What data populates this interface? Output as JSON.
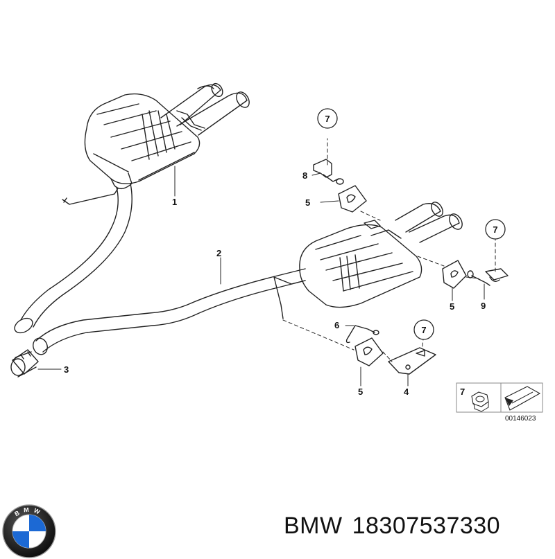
{
  "callouts": {
    "c1": "1",
    "c2": "2",
    "c3": "3",
    "c4": "4",
    "c5a": "5",
    "c5b": "5",
    "c5c": "5",
    "c6": "6",
    "c7a": "7",
    "c7b": "7",
    "c7c": "7",
    "c8": "8",
    "c9": "9"
  },
  "legend": {
    "number": "7",
    "code": "00146023"
  },
  "footer": {
    "brand": "BMW",
    "part_number": "18307537330"
  },
  "logo": {
    "letters": "BMW",
    "colors": {
      "blue": "#1c69d4",
      "white": "#ffffff",
      "black": "#111111"
    }
  }
}
